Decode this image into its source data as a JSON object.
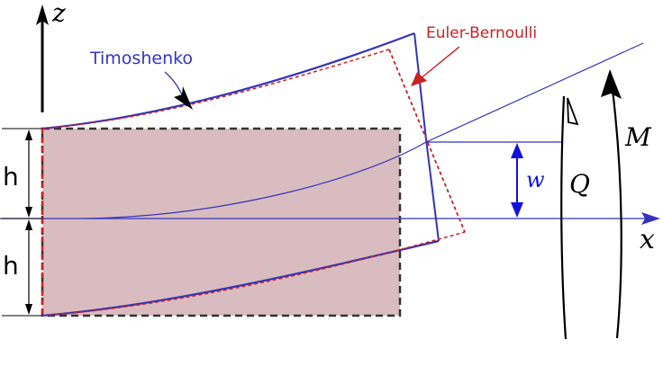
{
  "labels": {
    "z_axis": "z",
    "x_axis": "x",
    "h_upper": "h",
    "h_lower": "h",
    "timoshenko": "Timoshenko",
    "euler_bernoulli": "Euler-Bernoulli",
    "w": "w",
    "Q": "Q",
    "M": "M"
  },
  "colors": {
    "beam_fill": "#d9bcbf",
    "beam_outline": "#333333",
    "timoshenko": "#3333bb",
    "euler_bernoulli": "#cc2222",
    "axis": "#000000",
    "w_marker": "#1111dd",
    "timoshenko_label": "#3333cc",
    "euler_label": "#cc2222"
  }
}
